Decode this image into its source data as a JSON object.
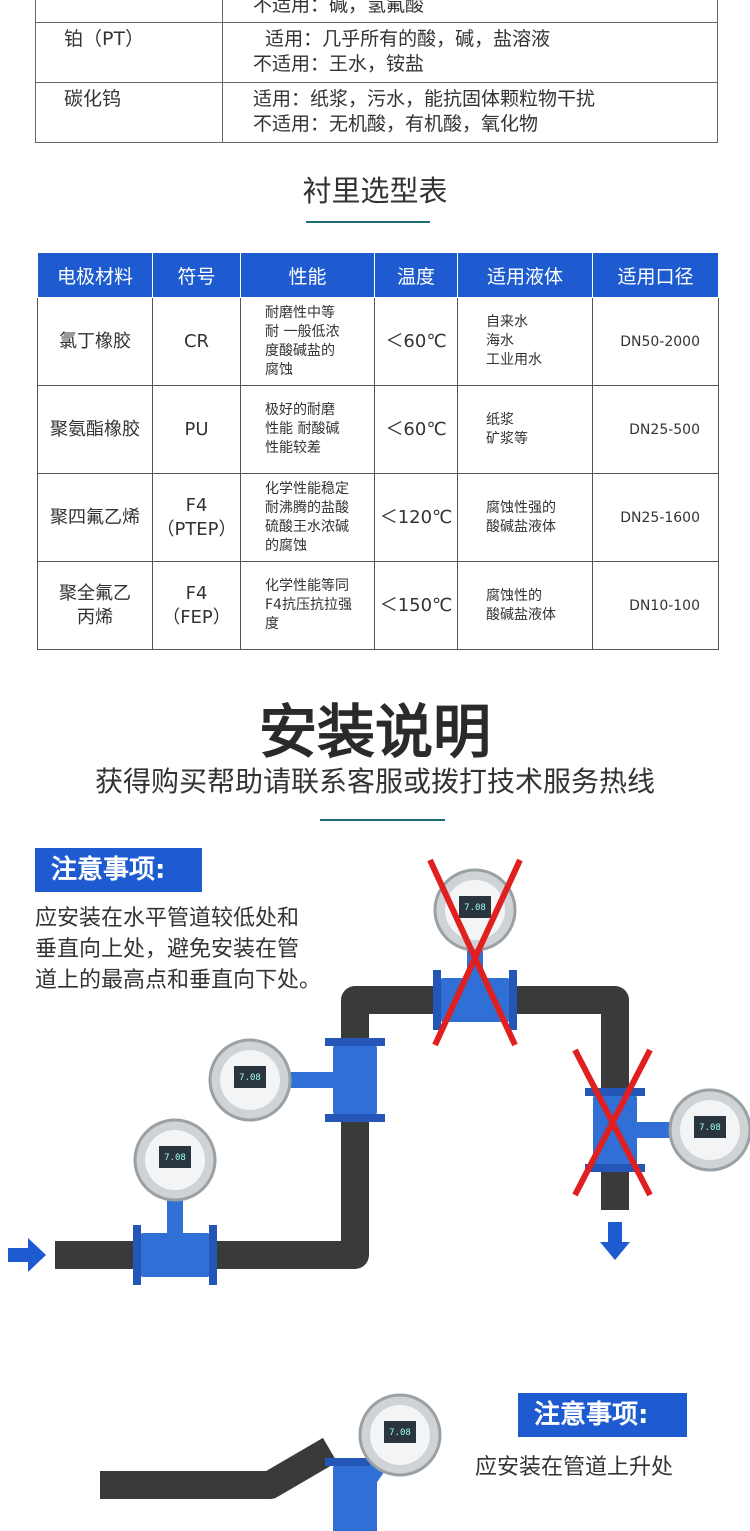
{
  "electrode_table": {
    "rows": [
      {
        "material": "",
        "usage": [
          "不适用：碱，氢氟酸"
        ]
      },
      {
        "material": "铂（PT）",
        "usage": [
          "  适用：几乎所有的酸，碱，盐溶液",
          "不适用：王水，铵盐"
        ]
      },
      {
        "material": "碳化钨",
        "usage": [
          "适用：纸浆，污水，能抗固体颗粒物干扰",
          "不适用：无机酸，有机酸，氧化物"
        ]
      }
    ]
  },
  "lining": {
    "title": "衬里选型表",
    "headers": [
      "电极材料",
      "符号",
      "性能",
      "温度",
      "适用液体",
      "适用口径"
    ],
    "rows": [
      {
        "material": "氯丁橡胶",
        "symbol": "CR",
        "performance": "耐磨性中等\n耐 一般低浓\n度酸碱盐的\n腐蚀",
        "temp": "＜60℃",
        "liquid": "自来水\n海水\n工业用水",
        "dn": "DN50-2000"
      },
      {
        "material": "聚氨酯橡胶",
        "symbol": "PU",
        "performance": "极好的耐磨\n性能 耐酸碱\n性能较差",
        "temp": "＜60℃",
        "liquid": "纸浆\n矿浆等",
        "dn": "DN25-500"
      },
      {
        "material": "聚四氟乙烯",
        "symbol": "F4\n（PTEP）",
        "performance": "化学性能稳定\n耐沸腾的盐酸\n硫酸王水浓碱\n的腐蚀",
        "temp": "＜120℃",
        "liquid": "腐蚀性强的\n酸碱盐液体",
        "dn": "DN25-1600"
      },
      {
        "material": "聚全氟乙\n丙烯",
        "symbol": "F4\n（FEP）",
        "performance": "化学性能等同\nF4抗压抗拉强\n度",
        "temp": "＜150℃",
        "liquid": "腐蚀性的\n酸碱盐液体",
        "dn": "DN10-100"
      }
    ]
  },
  "install": {
    "title": "安装说明",
    "subtitle": "获得购买帮助请联系客服或拨打技术服务热线",
    "note1_label": "注意事项:",
    "note1_lines": [
      "应安装在水平管道较低处和",
      "垂直向上处，避免安装在管",
      "道上的最高点和垂直向下处。"
    ],
    "note2_label": "注意事项:",
    "note2_text": "应安装在管道上升处",
    "meter_reading": "7.08"
  },
  "colors": {
    "blue": "#1f5bd0",
    "teal": "#1d6c73",
    "pipe": "#3a3a3a",
    "meter": "#2f6fd6",
    "cross": "#e02020"
  }
}
